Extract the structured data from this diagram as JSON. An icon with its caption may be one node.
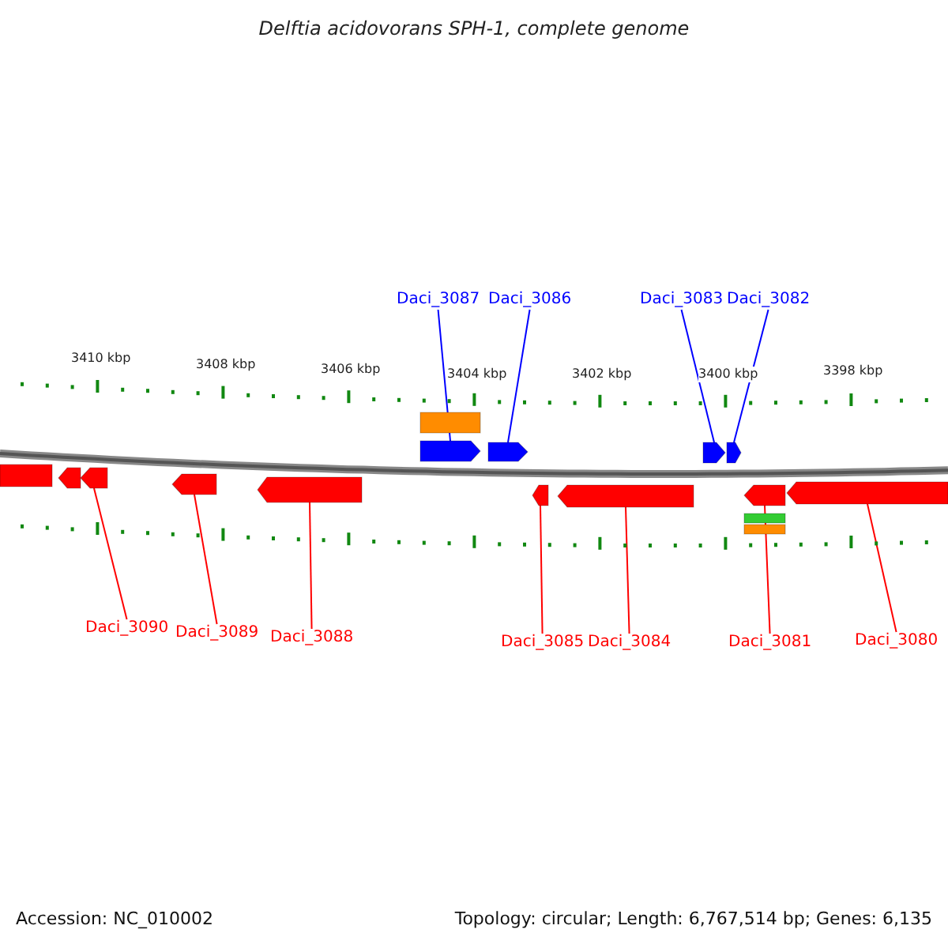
{
  "diagram": {
    "title": "Delftia acidovorans SPH-1, complete genome",
    "nodes": [
      {
        "text": [
          "Daci_3087"
        ]
      },
      {
        "text": [
          "Daci_3086"
        ]
      },
      {
        "text": [
          "Daci_3083"
        ]
      },
      {
        "text": [
          "Daci_3082"
        ]
      },
      {
        "text": [],
        "shape": "bar"
      },
      {
        "text": [],
        "shape": "arrow"
      },
      {
        "text": [],
        "shape": "arrow"
      },
      {
        "text": [],
        "shape": "arrow"
      },
      {
        "text": [],
        "shape": "arrow"
      },
      {
        "text": [],
        "shape": "arrow"
      },
      {
        "text": [],
        "shape": "arrow"
      },
      {
        "text": [],
        "shape": "arrow"
      },
      {
        "text": [],
        "shape": "arrow"
      },
      {
        "text": [],
        "shape": "arrow"
      },
      {
        "text": [],
        "shape": "arrow"
      },
      {
        "text": [],
        "shape": "arrow"
      },
      {
        "text": [],
        "shape": "arrow"
      },
      {
        "text": [],
        "shape": "arrow"
      },
      {
        "text": [],
        "shape": "bar"
      },
      {
        "text": [],
        "shape": "bar"
      },
      {
        "text": [
          "Daci_3090"
        ]
      },
      {
        "text": [
          "Daci_3089"
        ]
      },
      {
        "text": [
          "Daci_3088"
        ]
      },
      {
        "text": [
          "Daci_3085"
        ]
      },
      {
        "text": [
          "Daci_3084"
        ]
      },
      {
        "text": [
          "Daci_3081"
        ]
      },
      {
        "text": [
          "Daci_3080"
        ]
      }
    ],
    "edges": [
      {
        "from": 0,
        "to": 5,
        "arrow": "none",
        "color": "#0000ff"
      },
      {
        "from": 1,
        "to": 6,
        "arrow": "none",
        "color": "#0000ff"
      },
      {
        "from": 2,
        "to": 7,
        "arrow": "none",
        "color": "#0000ff"
      },
      {
        "from": 3,
        "to": 8,
        "arrow": "none",
        "color": "#0000ff"
      },
      {
        "from": 20,
        "to": 11,
        "arrow": "none"
      },
      {
        "from": 21,
        "to": 12,
        "arrow": "none"
      },
      {
        "from": 22,
        "to": 13,
        "arrow": "none"
      },
      {
        "from": 23,
        "to": 14,
        "arrow": "none"
      },
      {
        "from": 24,
        "to": 15,
        "arrow": "none"
      },
      {
        "from": 25,
        "to": 16,
        "arrow": "none"
      },
      {
        "from": 26,
        "to": 17,
        "arrow": "none"
      }
    ],
    "labels": [
      "3410 kbp",
      "3408 kbp",
      "3406 kbp",
      "3404 kbp",
      "3402 kbp",
      "3400 kbp",
      "3398 kbp",
      "Accession: NC_010002",
      "Topology: circular; Length: 6,767,514 bp; Genes: 6,135"
    ]
  }
}
